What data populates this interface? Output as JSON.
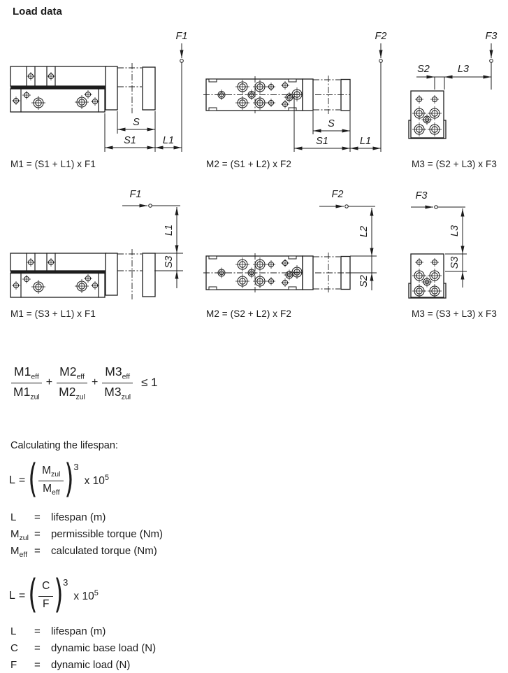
{
  "title": "Load data",
  "colors": {
    "ink": "#1c1c1c",
    "paper": "#ffffff"
  },
  "diagrams": {
    "row1": [
      {
        "view": "side view, vertical force",
        "force": "F1",
        "dim_s": "S",
        "dim_s1": "S1",
        "dim_l1": "L1",
        "formula": "M1 = (S1 + L1) x F1"
      },
      {
        "view": "top view, vertical force",
        "force": "F2",
        "dim_s": "S",
        "dim_s1": "S1",
        "dim_l1": "L1",
        "formula": "M2 = (S1 + L2) x F2"
      },
      {
        "view": "end view, vertical force",
        "force": "F3",
        "dim_s2": "S2",
        "dim_l3": "L3",
        "formula": "M3 = (S2 + L3) x F3"
      }
    ],
    "row2": [
      {
        "view": "side view, horizontal force",
        "force": "F1",
        "dim_l1": "L1",
        "dim_s3": "S3",
        "formula": "M1 = (S3 + L1) x F1"
      },
      {
        "view": "top view, horizontal force",
        "force": "F2",
        "dim_l2": "L2",
        "dim_s2": "S2",
        "formula": "M2 = (S2 + L2) x F2"
      },
      {
        "view": "end view, horizontal force",
        "force": "F3",
        "dim_l3": "L3",
        "dim_s3": "S3",
        "formula": "M3 = (S3 + L3) x F3"
      }
    ]
  },
  "inequality": {
    "terms": [
      {
        "num": "M1",
        "num_sub": "eff",
        "den": "M1",
        "den_sub": "zul"
      },
      {
        "num": "M2",
        "num_sub": "eff",
        "den": "M2",
        "den_sub": "zul"
      },
      {
        "num": "M3",
        "num_sub": "eff",
        "den": "M3",
        "den_sub": "zul"
      }
    ],
    "plus": "+",
    "relation": "≤ 1"
  },
  "lifespan": {
    "heading": "Calculating the lifespan:",
    "torque": {
      "lhs": "L",
      "eq": "=",
      "lparen": "(",
      "rparen": ")",
      "num": "M",
      "num_sub": "zul",
      "den": "M",
      "den_sub": "eff",
      "exponent": "3",
      "mult": "x 10",
      "mult_exp": "5",
      "legend": [
        {
          "sym": "L",
          "sym_sub": "",
          "eq": "=",
          "desc": "lifespan (m)"
        },
        {
          "sym": "M",
          "sym_sub": "zul",
          "eq": "=",
          "desc": "permissible torque (Nm)"
        },
        {
          "sym": "M",
          "sym_sub": "eff",
          "eq": "=",
          "desc": "calculated torque (Nm)"
        }
      ]
    },
    "load": {
      "lhs": "L",
      "eq": "=",
      "lparen": "(",
      "rparen": ")",
      "num": "C",
      "num_sub": "",
      "den": "F",
      "den_sub": "",
      "exponent": "3",
      "mult": "x 10",
      "mult_exp": "5",
      "legend": [
        {
          "sym": "L",
          "sym_sub": "",
          "eq": "=",
          "desc": "lifespan (m)"
        },
        {
          "sym": "C",
          "sym_sub": "",
          "eq": "=",
          "desc": "dynamic base load (N)"
        },
        {
          "sym": "F",
          "sym_sub": "",
          "eq": "=",
          "desc": "dynamic load (N)"
        }
      ]
    }
  }
}
